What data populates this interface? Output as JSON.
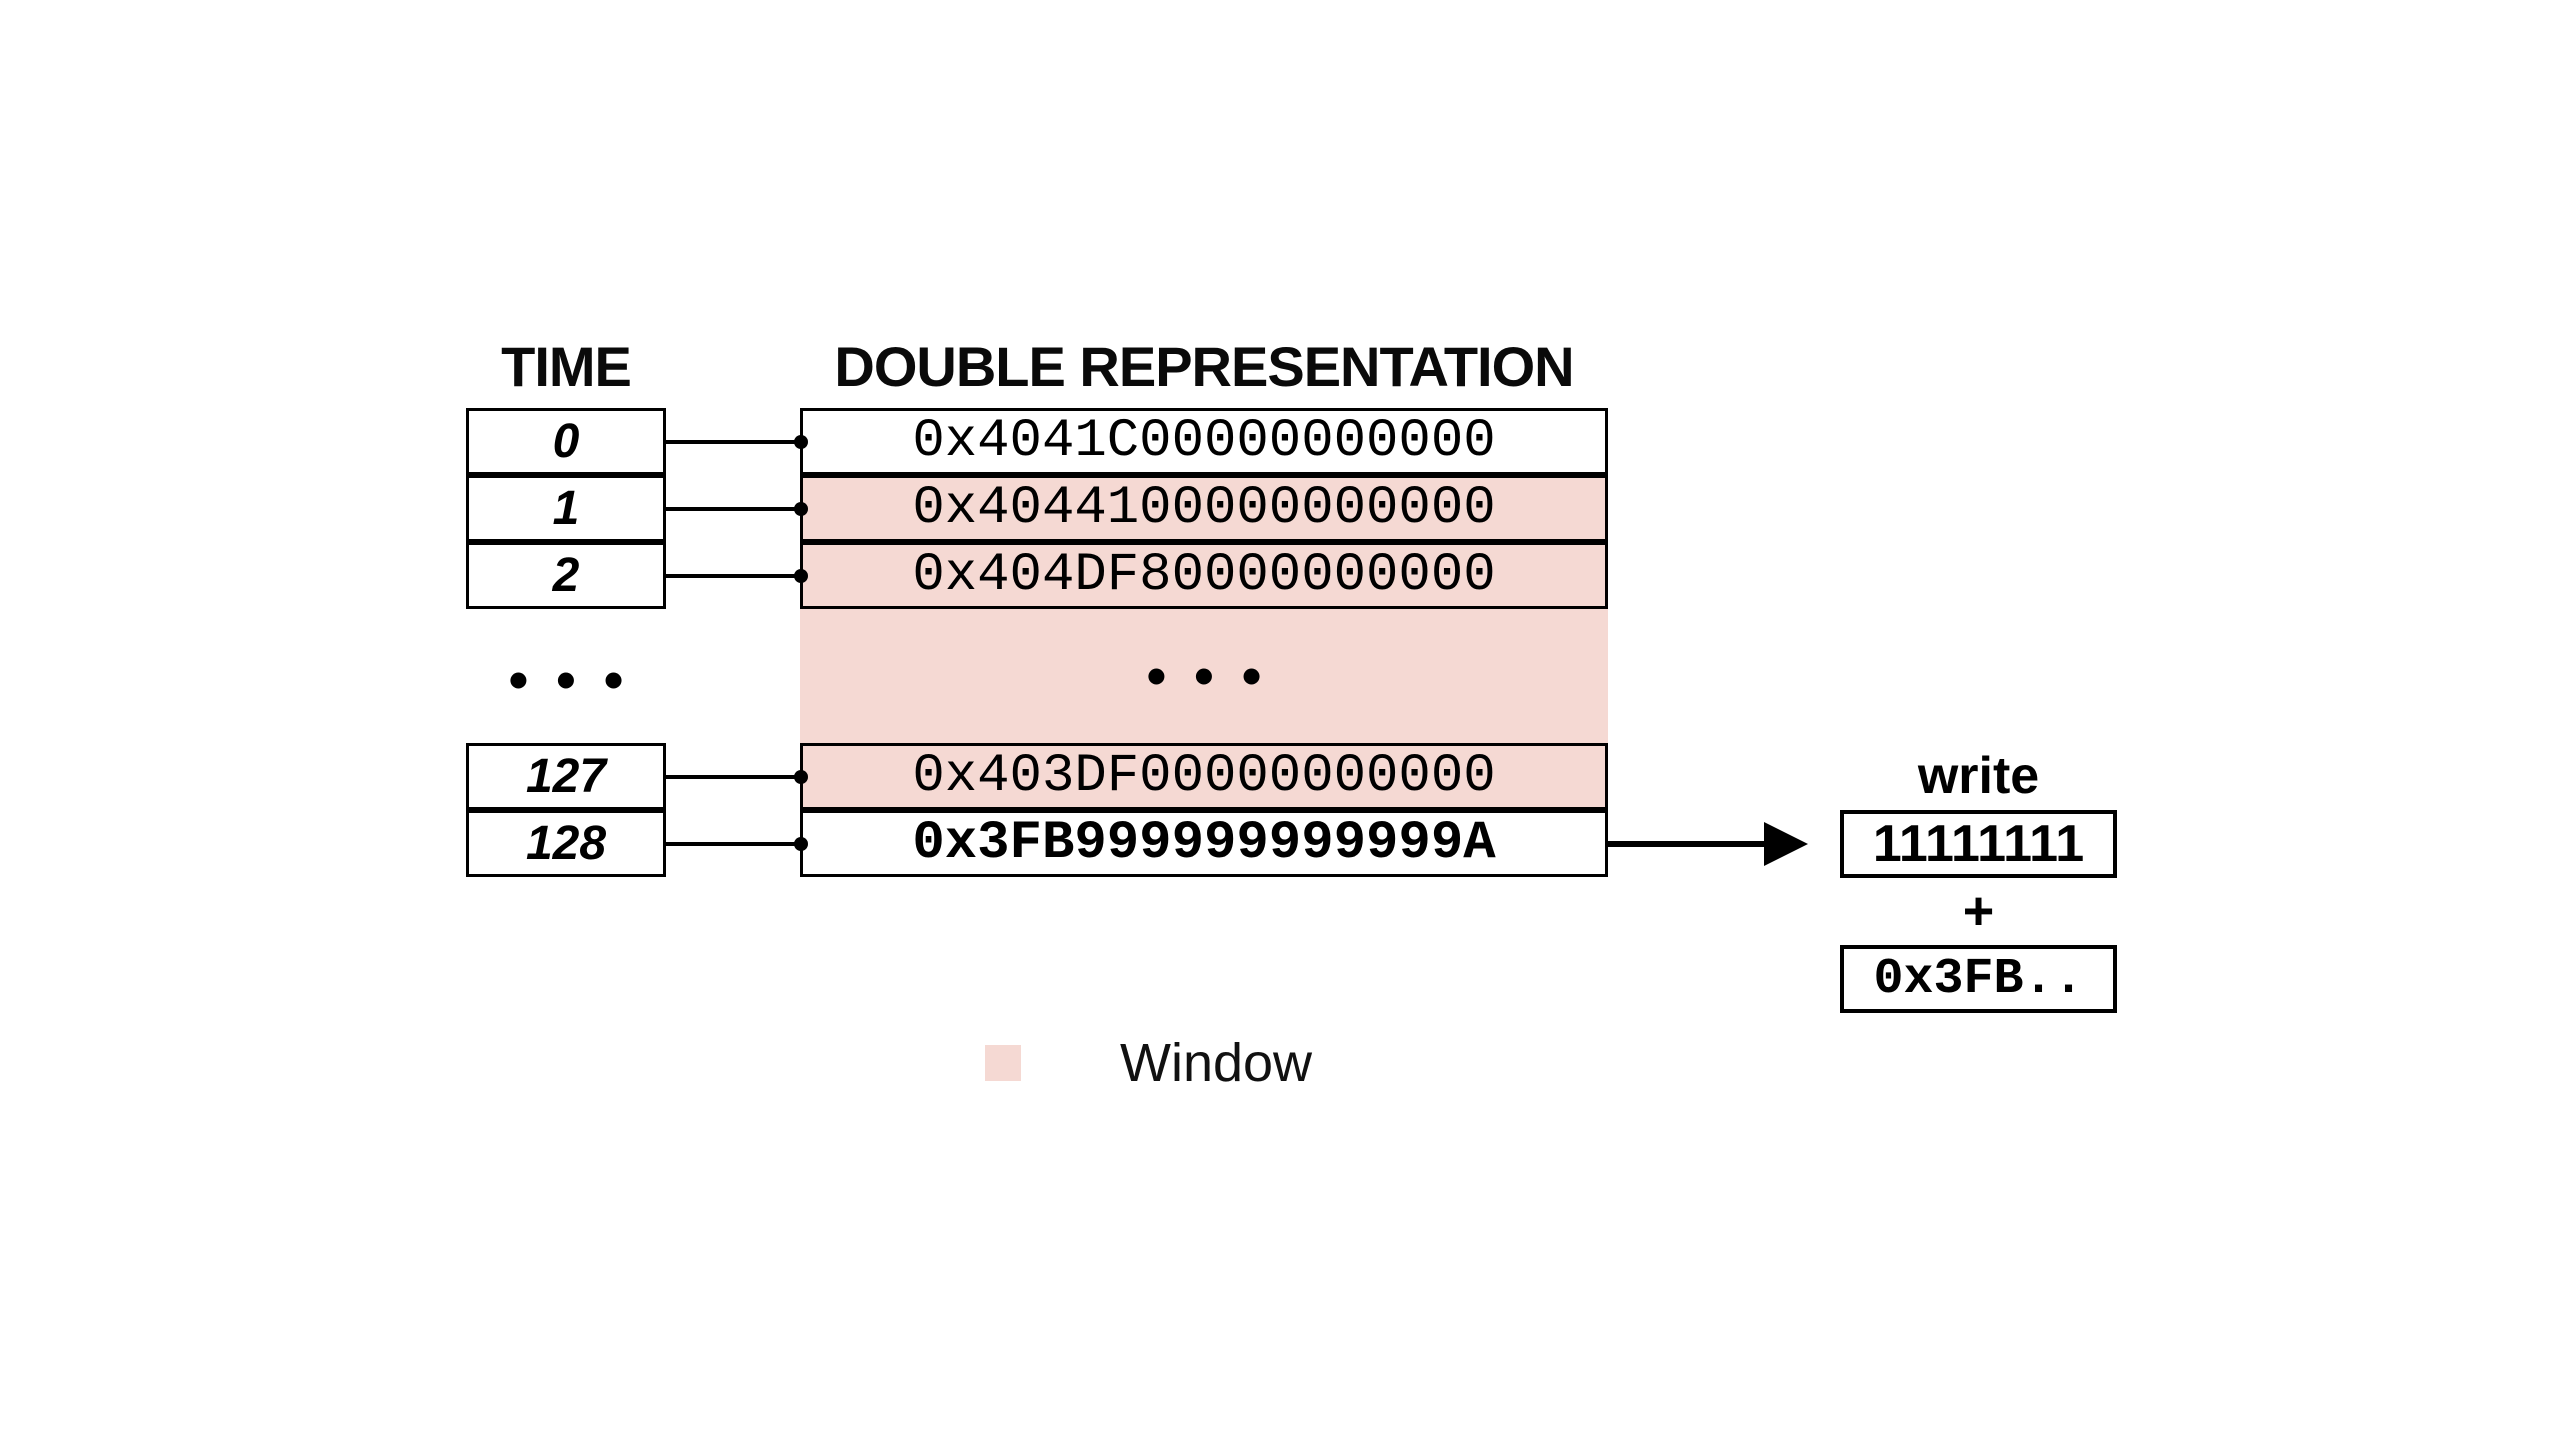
{
  "figure": {
    "headers": {
      "time": "TIME",
      "double_representation": "DOUBLE REPRESENTATION"
    },
    "rows_top": [
      {
        "time": "0",
        "hex": "0x4041C00000000000",
        "in_window": false
      },
      {
        "time": "1",
        "hex": "0x4044100000000000",
        "in_window": true
      },
      {
        "time": "2",
        "hex": "0x404DF80000000000",
        "in_window": true
      }
    ],
    "ellipsis": "•••",
    "rows_bottom": [
      {
        "time": "127",
        "hex": "0x403DF00000000000",
        "in_window": true
      },
      {
        "time": "128",
        "hex": "0x3FB999999999999A",
        "in_window": false
      }
    ],
    "output": {
      "label": "write",
      "binary_value": "11111111",
      "operator": "+",
      "hex_value": "0x3FB.."
    },
    "legend": {
      "label": "Window"
    }
  },
  "colors": {
    "window_fill": "#f5d9d3",
    "line": "#000000",
    "background": "#ffffff"
  }
}
